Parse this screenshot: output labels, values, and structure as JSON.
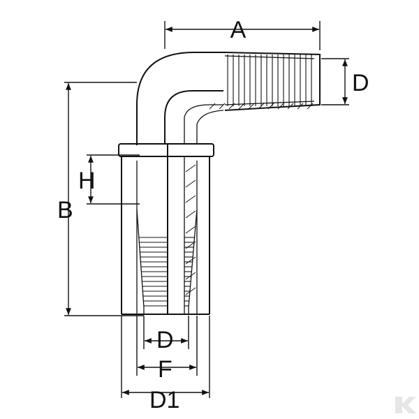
{
  "diagram": {
    "labels": {
      "A": "A",
      "B": "B",
      "D_top": "D",
      "D_bottom": "D",
      "H": "H",
      "F": "F",
      "D1": "D1"
    },
    "colors": {
      "stroke": "#111111",
      "background": "#ffffff",
      "logo": "#e6e6e6"
    },
    "icons": {
      "logo": "watermark-logo-icon"
    }
  }
}
